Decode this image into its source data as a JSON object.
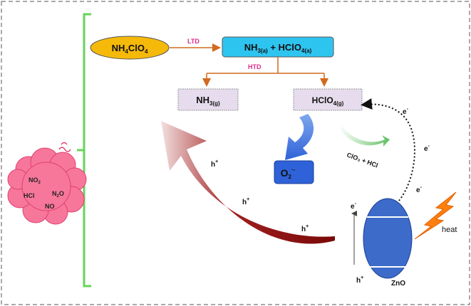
{
  "reactant": {
    "main": "NH",
    "sub1": "4",
    "mid": "ClO",
    "sub2": "4"
  },
  "step_low": "LTD",
  "step_high": "HTD",
  "intermediate": {
    "a": "NH",
    "a_sub": "3(a)",
    "plus": " + HClO",
    "b_sub": "4(a)"
  },
  "product_nh3": {
    "main": "NH",
    "sub": "3(g)"
  },
  "product_hclo4": {
    "main": "HClO",
    "sub": "4(g)"
  },
  "superoxide": {
    "main": "O",
    "sub": "2",
    "sup": "·-"
  },
  "byproduct": "ClO₃ + HCl",
  "gases": {
    "no2": "NO",
    "no2_sub": "2",
    "n2o_a": "N",
    "n2o_sub": "2",
    "n2o_b": "O",
    "hcl": "HCl",
    "no": "NO"
  },
  "electron": {
    "base": "e",
    "sup": "-"
  },
  "hole": {
    "base": "h",
    "sup": "+"
  },
  "catalyst": "ZnO",
  "heat": "heat",
  "colors": {
    "reactant_fill": "#f5b90a",
    "intermediate_fill": "#2ec4f0",
    "product_fill": "#e6dced",
    "superoxide_fill": "#2f62d8",
    "zno_fill": "#3d6bc9",
    "heat_fill": "#ff7f0e",
    "cloud_fill": "#f7779a",
    "bracket": "#66d45a",
    "arrow_orange": "#d2691e",
    "arrow_red": "#8b0e0e",
    "htd_text": "#e0298c",
    "ltd_text": "#e0298c"
  },
  "icons": [
    "lightning-bolt-icon",
    "vent-icon",
    "arrow-up-icon"
  ]
}
